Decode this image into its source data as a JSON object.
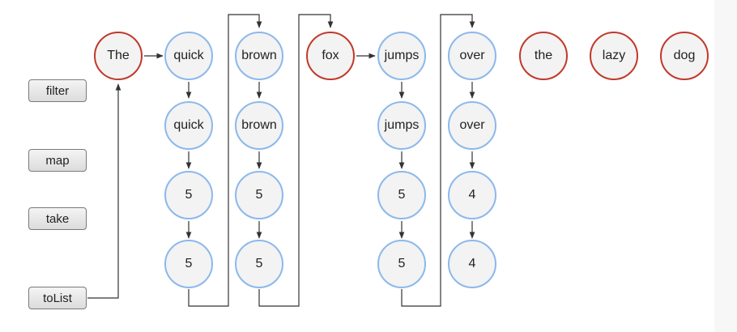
{
  "operations": [
    "filter",
    "map",
    "take",
    "toList"
  ],
  "words": [
    "The",
    "quick",
    "brown",
    "fox",
    "jumps",
    "over",
    "the",
    "lazy",
    "dog"
  ],
  "pipeline": {
    "quick": [
      "quick",
      "5",
      "5"
    ],
    "brown": [
      "brown",
      "5",
      "5"
    ],
    "jumps": [
      "jumps",
      "5",
      "5"
    ],
    "over": [
      "over",
      "4",
      "4"
    ]
  },
  "colors": {
    "passed_border": "#8cb8ec",
    "rejected_border": "#c0392b",
    "node_fill": "#f3f3f3",
    "edge": "#333333"
  }
}
